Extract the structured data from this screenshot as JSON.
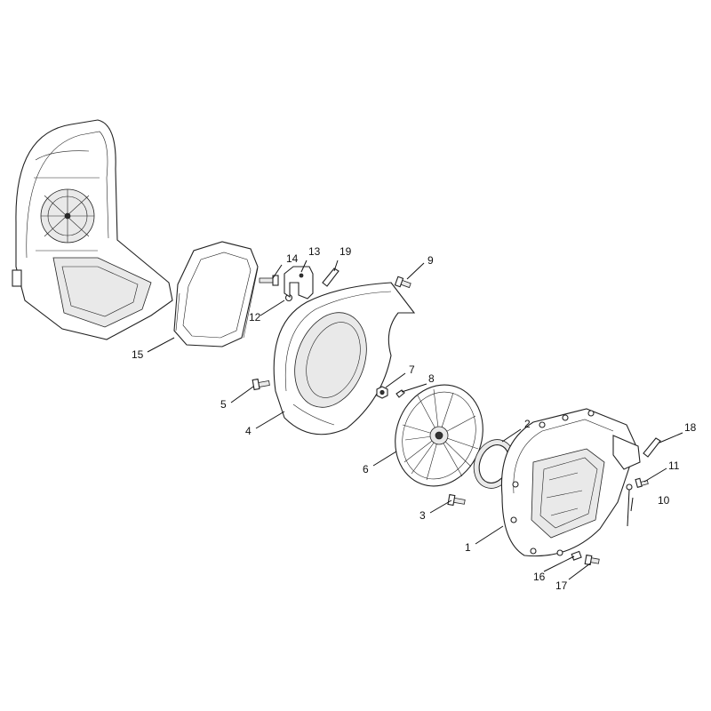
{
  "diagram": {
    "callouts": [
      "1",
      "2",
      "3",
      "4",
      "5",
      "6",
      "7",
      "8",
      "9",
      "10",
      "11",
      "12",
      "13",
      "14",
      "15",
      "16",
      "17",
      "18",
      "19"
    ]
  },
  "parts": [
    {
      "name": "backrest-frame"
    },
    {
      "name": "back-pad-frame"
    },
    {
      "name": "fan-case-front"
    },
    {
      "name": "fan"
    },
    {
      "name": "fan-case-rear"
    },
    {
      "name": "gasket"
    },
    {
      "name": "bracket"
    },
    {
      "name": "plate"
    },
    {
      "name": "nut"
    },
    {
      "name": "key"
    },
    {
      "name": "screws"
    }
  ]
}
